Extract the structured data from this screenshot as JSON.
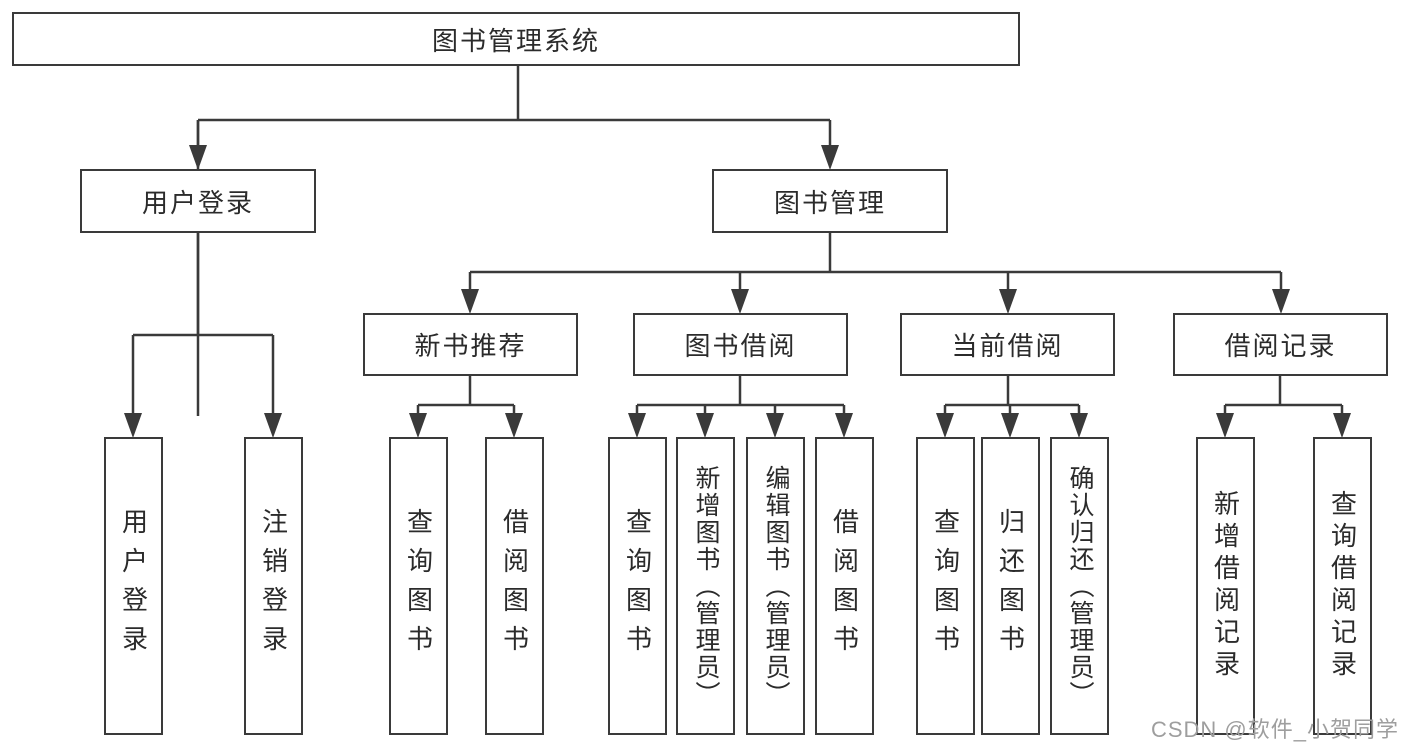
{
  "colors": {
    "line": "#3a3a3a",
    "box_border": "#3a3a3a",
    "text": "#2b2b2b",
    "background": "#ffffff",
    "watermark": "#9e9e9e"
  },
  "tree": {
    "root": "图书管理系统",
    "children": [
      {
        "label": "用户登录",
        "children": [
          "用户登录",
          "注销登录"
        ]
      },
      {
        "label": "图书管理",
        "children": [
          {
            "label": "新书推荐",
            "children": [
              "查询图书",
              "借阅图书"
            ]
          },
          {
            "label": "图书借阅",
            "children": [
              "查询图书",
              "新增图书（管理员）",
              "编辑图书（管理员）",
              "借阅图书"
            ]
          },
          {
            "label": "当前借阅",
            "children": [
              "查询图书",
              "归还图书",
              "确认归还（管理员）"
            ]
          },
          {
            "label": "借阅记录",
            "children": [
              "新增借阅记录",
              "查询借阅记录"
            ]
          }
        ]
      }
    ]
  },
  "watermark": {
    "text": "CSDN @软件_小贺同学"
  }
}
